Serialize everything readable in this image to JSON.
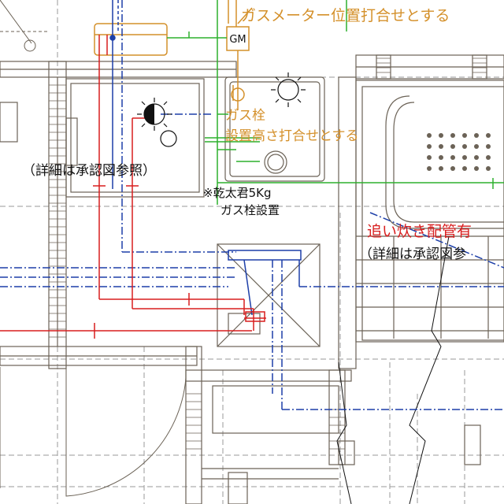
{
  "labels": {
    "gas_meter_note": "ガスメーター位置打合せとする",
    "gm": "GM",
    "gas_tap": "ガス栓",
    "height_note": "設置高さ打合せとする",
    "detail_left": "（詳細は承認図参照）",
    "dryer_line1": "※乾太君5Kg",
    "dryer_line2": "ガス栓設置",
    "reheat_pipe": "追い炊き配管有",
    "detail_right": "（詳細は承認図参"
  },
  "colors": {
    "wall": "#6b6256",
    "grid": "#8a8a8a",
    "gas": "#d4902a",
    "water": "#1d3fa8",
    "hot": "#d81e1e",
    "drain": "#2db02d",
    "black": "#111111"
  }
}
